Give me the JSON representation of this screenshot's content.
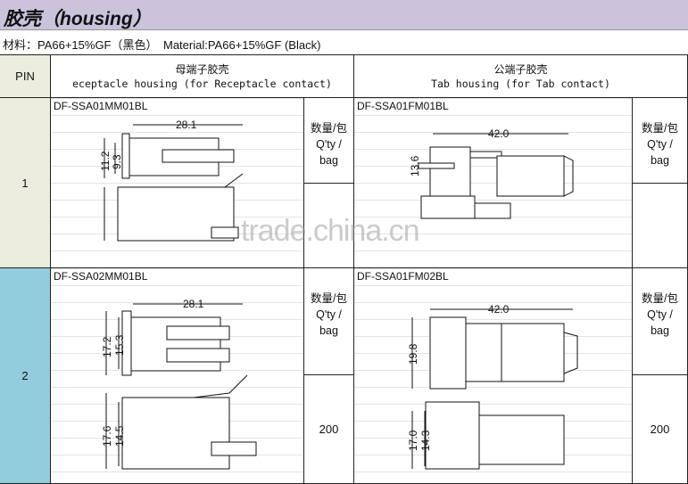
{
  "title": "胶壳（housing）",
  "material": "材料：PA66+15%GF（黑色）　Material:PA66+15%GF (Black)",
  "header": {
    "pin": "PIN",
    "receptacle_cn": "母端子胶壳",
    "receptacle_en": "eceptacle housing (for Receptacle contact)",
    "tab_cn": "公端子胶壳",
    "tab_en": "Tab housing (for Tab contact)"
  },
  "qty_label": {
    "cn": "数量/包",
    "en1": "Q'ty /",
    "en2": "bag"
  },
  "rows": [
    {
      "pin": "1",
      "receptacle": {
        "part": "DF-SSA01MM01BL",
        "dims": [
          "28.1",
          "11.2",
          "9.3"
        ]
      },
      "receptacle_qty": "",
      "tab": {
        "part": "DF-SSA01FM01BL",
        "dims": [
          "42.0",
          "13.6"
        ]
      },
      "tab_qty": ""
    },
    {
      "pin": "2",
      "receptacle": {
        "part": "DF-SSA02MM01BL",
        "dims": [
          "28.1",
          "17.2",
          "15.3",
          "17.6",
          "14.5"
        ]
      },
      "receptacle_qty": "200",
      "tab": {
        "part": "DF-SSA01FM02BL",
        "dims": [
          "42.0",
          "19.8",
          "17.0",
          "14.3"
        ]
      },
      "tab_qty": "200"
    }
  ],
  "watermark": "trade.china.cn",
  "colors": {
    "title_bg": "#cbc3dc",
    "pin1_bg": "#ecedde",
    "pin2_bg": "#92cddc"
  }
}
